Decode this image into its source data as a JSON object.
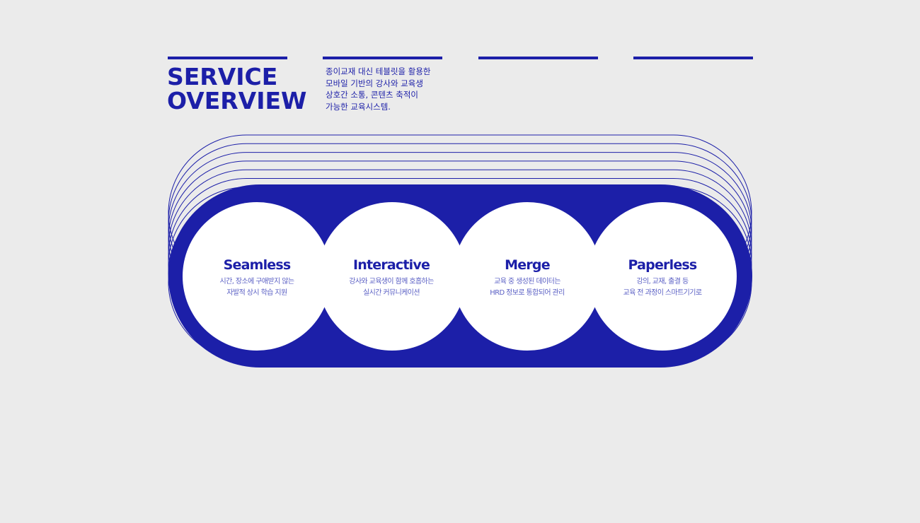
{
  "header": {
    "title_lines": [
      "SERVICE",
      "OVERVIEW"
    ],
    "description_lines": [
      "종이교재 대신 테블릿을 활용한",
      "모바일 기반의 강사와 교육생",
      "상호간 소통, 콘텐츠 축적이",
      "가능한 교육시스템."
    ]
  },
  "colors": {
    "accent": "#1c1fa8",
    "background": "#ebebeb",
    "circle_fill": "#ffffff",
    "description_text": "#5a5fc4"
  },
  "features": [
    {
      "title": "Seamless",
      "desc_lines": [
        "시간, 장소에 구애받지 않는",
        "자발적 상시 학습 지원"
      ]
    },
    {
      "title": "Interactive",
      "desc_lines": [
        "강사와 교육생이 함께 호흡하는",
        "실시간 커뮤니케이션"
      ]
    },
    {
      "title": "Merge",
      "desc_lines": [
        "교육 중 생성된 데이터는",
        "HRD 정보로 통합되어 관리"
      ]
    },
    {
      "title": "Paperless",
      "desc_lines": [
        "강의, 교재, 출결 등",
        "교육 전 과정이 스마트기기로"
      ]
    }
  ]
}
